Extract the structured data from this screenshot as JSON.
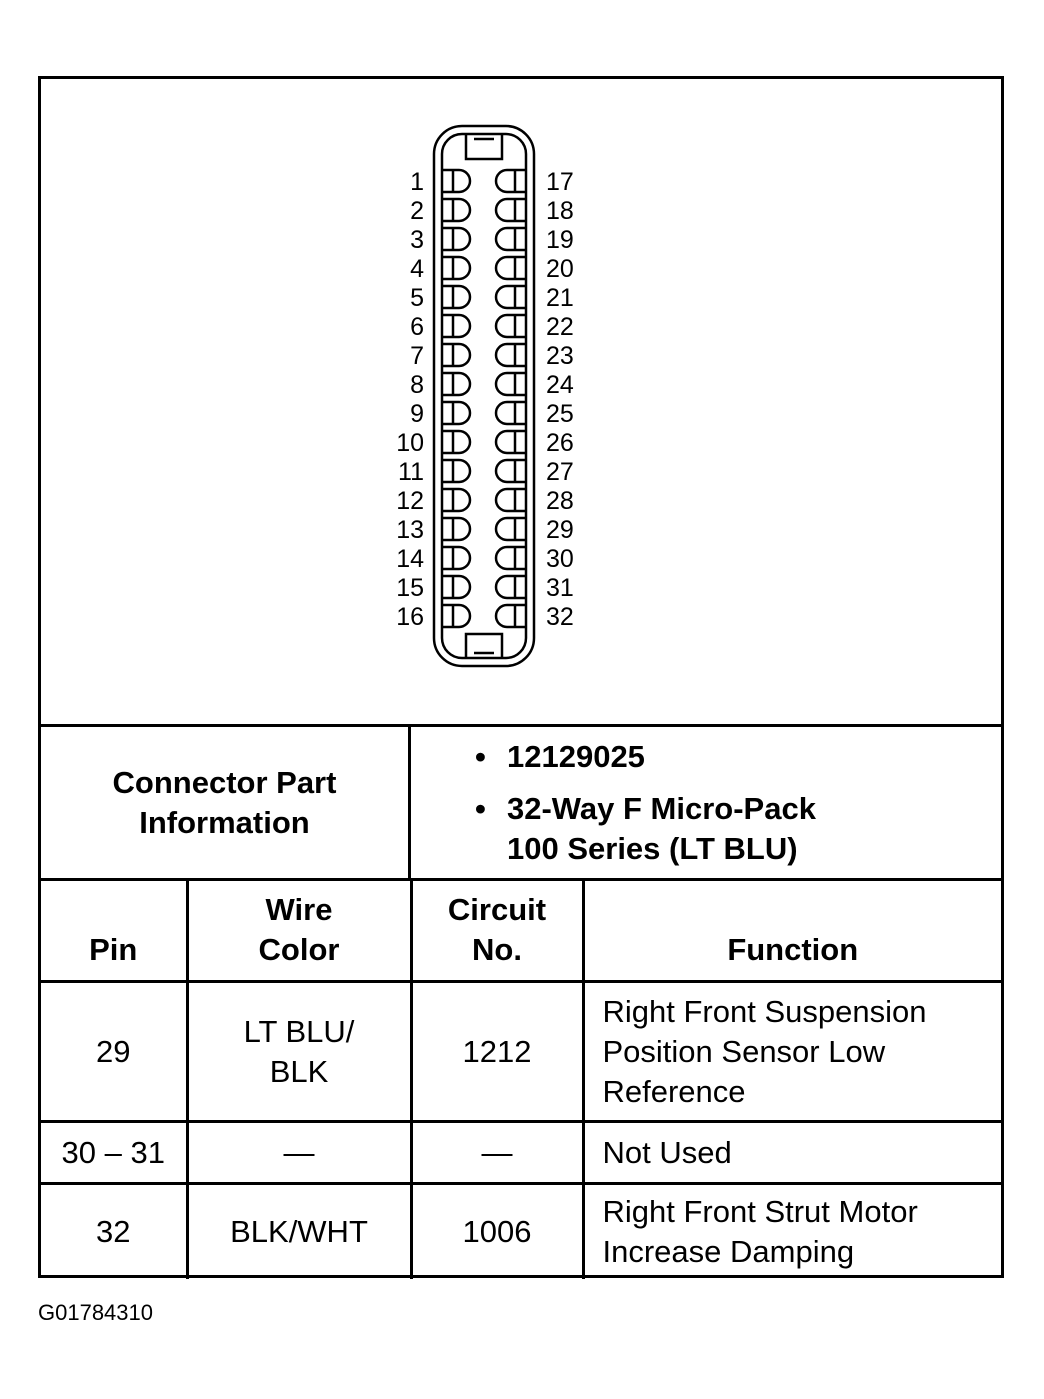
{
  "connector": {
    "left_pins": [
      "1",
      "2",
      "3",
      "4",
      "5",
      "6",
      "7",
      "8",
      "9",
      "10",
      "11",
      "12",
      "13",
      "14",
      "15",
      "16"
    ],
    "right_pins": [
      "17",
      "18",
      "19",
      "20",
      "21",
      "22",
      "23",
      "24",
      "25",
      "26",
      "27",
      "28",
      "29",
      "30",
      "31",
      "32"
    ]
  },
  "info": {
    "label_line1": "Connector Part",
    "label_line2": "Information",
    "bullet": "•",
    "part_number": "12129025",
    "description_line1": "32-Way F Micro-Pack",
    "description_line2": "100 Series (LT BLU)"
  },
  "table": {
    "headers": {
      "pin": "Pin",
      "wire_color_line1": "Wire",
      "wire_color_line2": "Color",
      "circuit_line1": "Circuit",
      "circuit_line2": "No.",
      "function": "Function"
    },
    "rows": [
      {
        "pin": "29",
        "wire_color_line1": "LT BLU/",
        "wire_color_line2": "BLK",
        "circuit": "1212",
        "function_line1": "Right Front Suspension",
        "function_line2": "Position Sensor Low",
        "function_line3": "Reference"
      },
      {
        "pin": "30 – 31",
        "wire_color": "—",
        "circuit": "—",
        "function_line1": "Not Used"
      },
      {
        "pin": "32",
        "wire_color": "BLK/WHT",
        "circuit": "1006",
        "function_line1": "Right Front Strut Motor",
        "function_line2": "Increase Damping"
      }
    ]
  },
  "figure_id": "G01784310"
}
